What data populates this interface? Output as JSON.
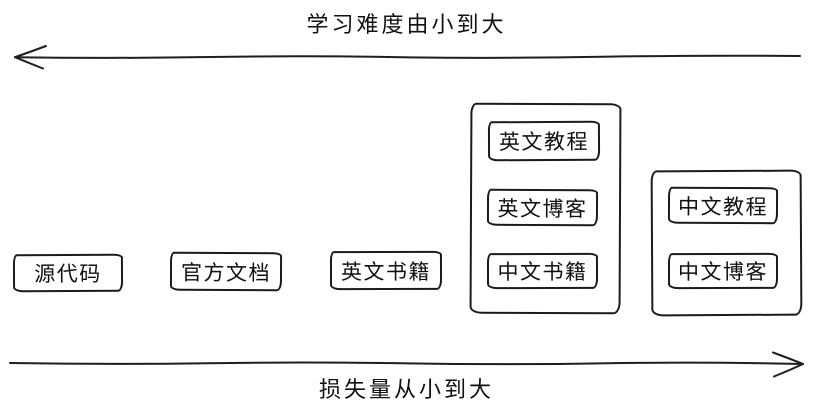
{
  "diagram": {
    "top_axis": {
      "label": "学习难度由小到大",
      "arrow_direction": "left"
    },
    "bottom_axis": {
      "label": "损失量从小到大",
      "arrow_direction": "right"
    },
    "items": [
      {
        "type": "box",
        "label": "源代码"
      },
      {
        "type": "box",
        "label": "官方文档"
      },
      {
        "type": "box",
        "label": "英文书籍"
      },
      {
        "type": "group",
        "children": [
          {
            "label": "英文教程"
          },
          {
            "label": "英文博客"
          },
          {
            "label": "中文书籍"
          }
        ]
      },
      {
        "type": "group",
        "children": [
          {
            "label": "中文教程"
          },
          {
            "label": "中文博客"
          }
        ]
      }
    ],
    "colors": {
      "stroke": "#1b1b1b",
      "text": "#111111",
      "background": "#ffffff"
    }
  }
}
